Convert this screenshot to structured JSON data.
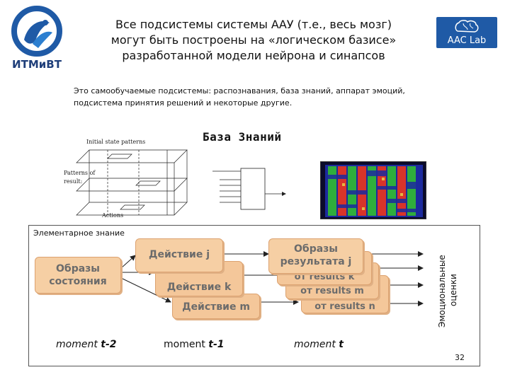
{
  "logo_left": {
    "caption": "ИТМиВТ"
  },
  "logo_right": {
    "caption": "AAC Lab"
  },
  "title": {
    "line1": "Все подсистемы системы ААУ (т.е., весь мозг)",
    "line2": "могут быть построены на «логическом базисе»",
    "line3": "разработанной модели нейрона и синапсов"
  },
  "subtitle": {
    "line1": "Это самообучаемые подсистемы: распознавания, база знаний, аппарат эмоций,",
    "line2": "подсистема принятия решений и некоторые другие."
  },
  "knowledge_base": {
    "title": "База Знаний",
    "stack_labels": {
      "initial": "Initial state patterns",
      "result": "Patterns of",
      "result2": "result:",
      "actions": "Actions"
    }
  },
  "diagram": {
    "frame_label": "Элементарное знание",
    "state_box": {
      "line1": "Образы",
      "line2": "состояния"
    },
    "action_j": "Действие j",
    "action_k": "Действие k",
    "action_m": "Действие  m",
    "result_j": {
      "line1": "Образы",
      "line2": "результата j"
    },
    "result_k_fragment": "от results k",
    "result_m_fragment": "от results m",
    "result_n_fragment": "от results n",
    "vertical_label": {
      "line1": "Эмоциональные",
      "line2": "оценки"
    },
    "moments": [
      {
        "prefix": "moment ",
        "suffix": "t-2"
      },
      {
        "prefix": "moment ",
        "suffix": "t-1"
      },
      {
        "prefix": "moment ",
        "suffix": "t"
      }
    ]
  },
  "page_number": "32",
  "colors": {
    "box_fill": "#f4c79a",
    "box_border": "#dca270",
    "logo_blue": "#1f5aa6",
    "heatmap_red": "#d8342a",
    "heatmap_green": "#2fae3c"
  }
}
